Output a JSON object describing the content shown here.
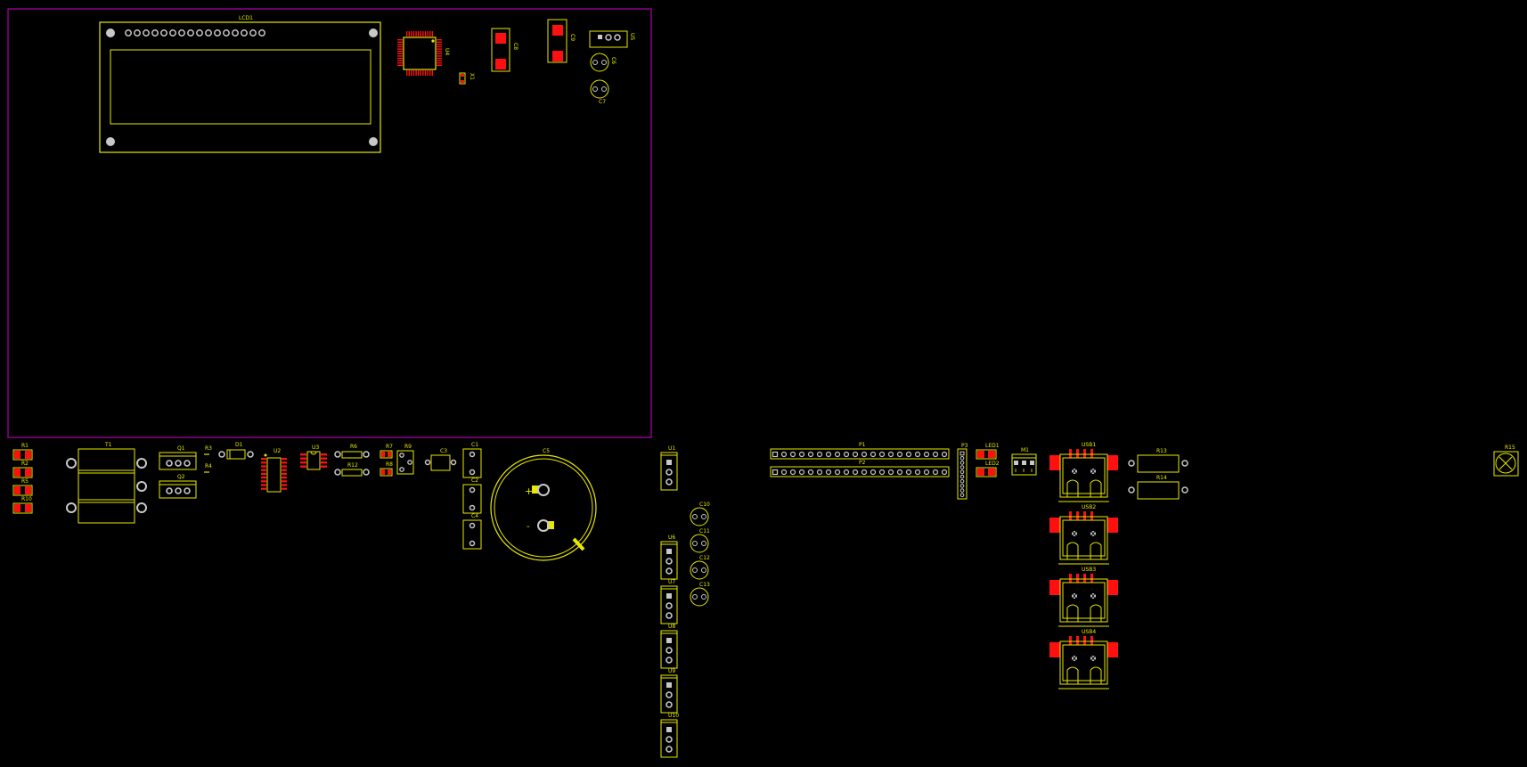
{
  "colors": {
    "background": "#000000",
    "silkscreen": "#e8e800",
    "copper_pad": "#ff1010",
    "through_hole": "#c8c8c8",
    "board_outline": "#b000b0"
  },
  "designators": {
    "lcd1": "LCD1",
    "u4": "U4",
    "x1": "X1",
    "c8": "C8",
    "c9": "C9",
    "u5": "U5",
    "c6": "C6",
    "c7": "C7",
    "r1": "R1",
    "r2": "R2",
    "r5": "R5",
    "r10": "R10",
    "t1": "T1",
    "q1": "Q1",
    "q2": "Q2",
    "r3": "R3",
    "r4": "R4",
    "d1": "D1",
    "u2": "U2",
    "u3": "U3",
    "r6": "R6",
    "r12": "R12",
    "r7": "R7",
    "r8": "R8",
    "r9": "R9",
    "c3": "C3",
    "c1": "C1",
    "c2": "C2",
    "c4": "C4",
    "c5": "C5",
    "u1": "U1",
    "u6": "U6",
    "u7": "U7",
    "u8": "U8",
    "u9": "U9",
    "u10": "U10",
    "c10": "C10",
    "c11": "C11",
    "c12": "C12",
    "c13": "C13",
    "p1": "P1",
    "p2": "P2",
    "p3": "P3",
    "led1": "LED1",
    "led2": "LED2",
    "m1": "M1",
    "usb1": "USB1",
    "usb2": "USB2",
    "usb3": "USB3",
    "usb4": "USB4",
    "r13": "R13",
    "r14": "R14",
    "r15": "R15"
  },
  "polarity": {
    "plus": "+",
    "minus": "-"
  }
}
